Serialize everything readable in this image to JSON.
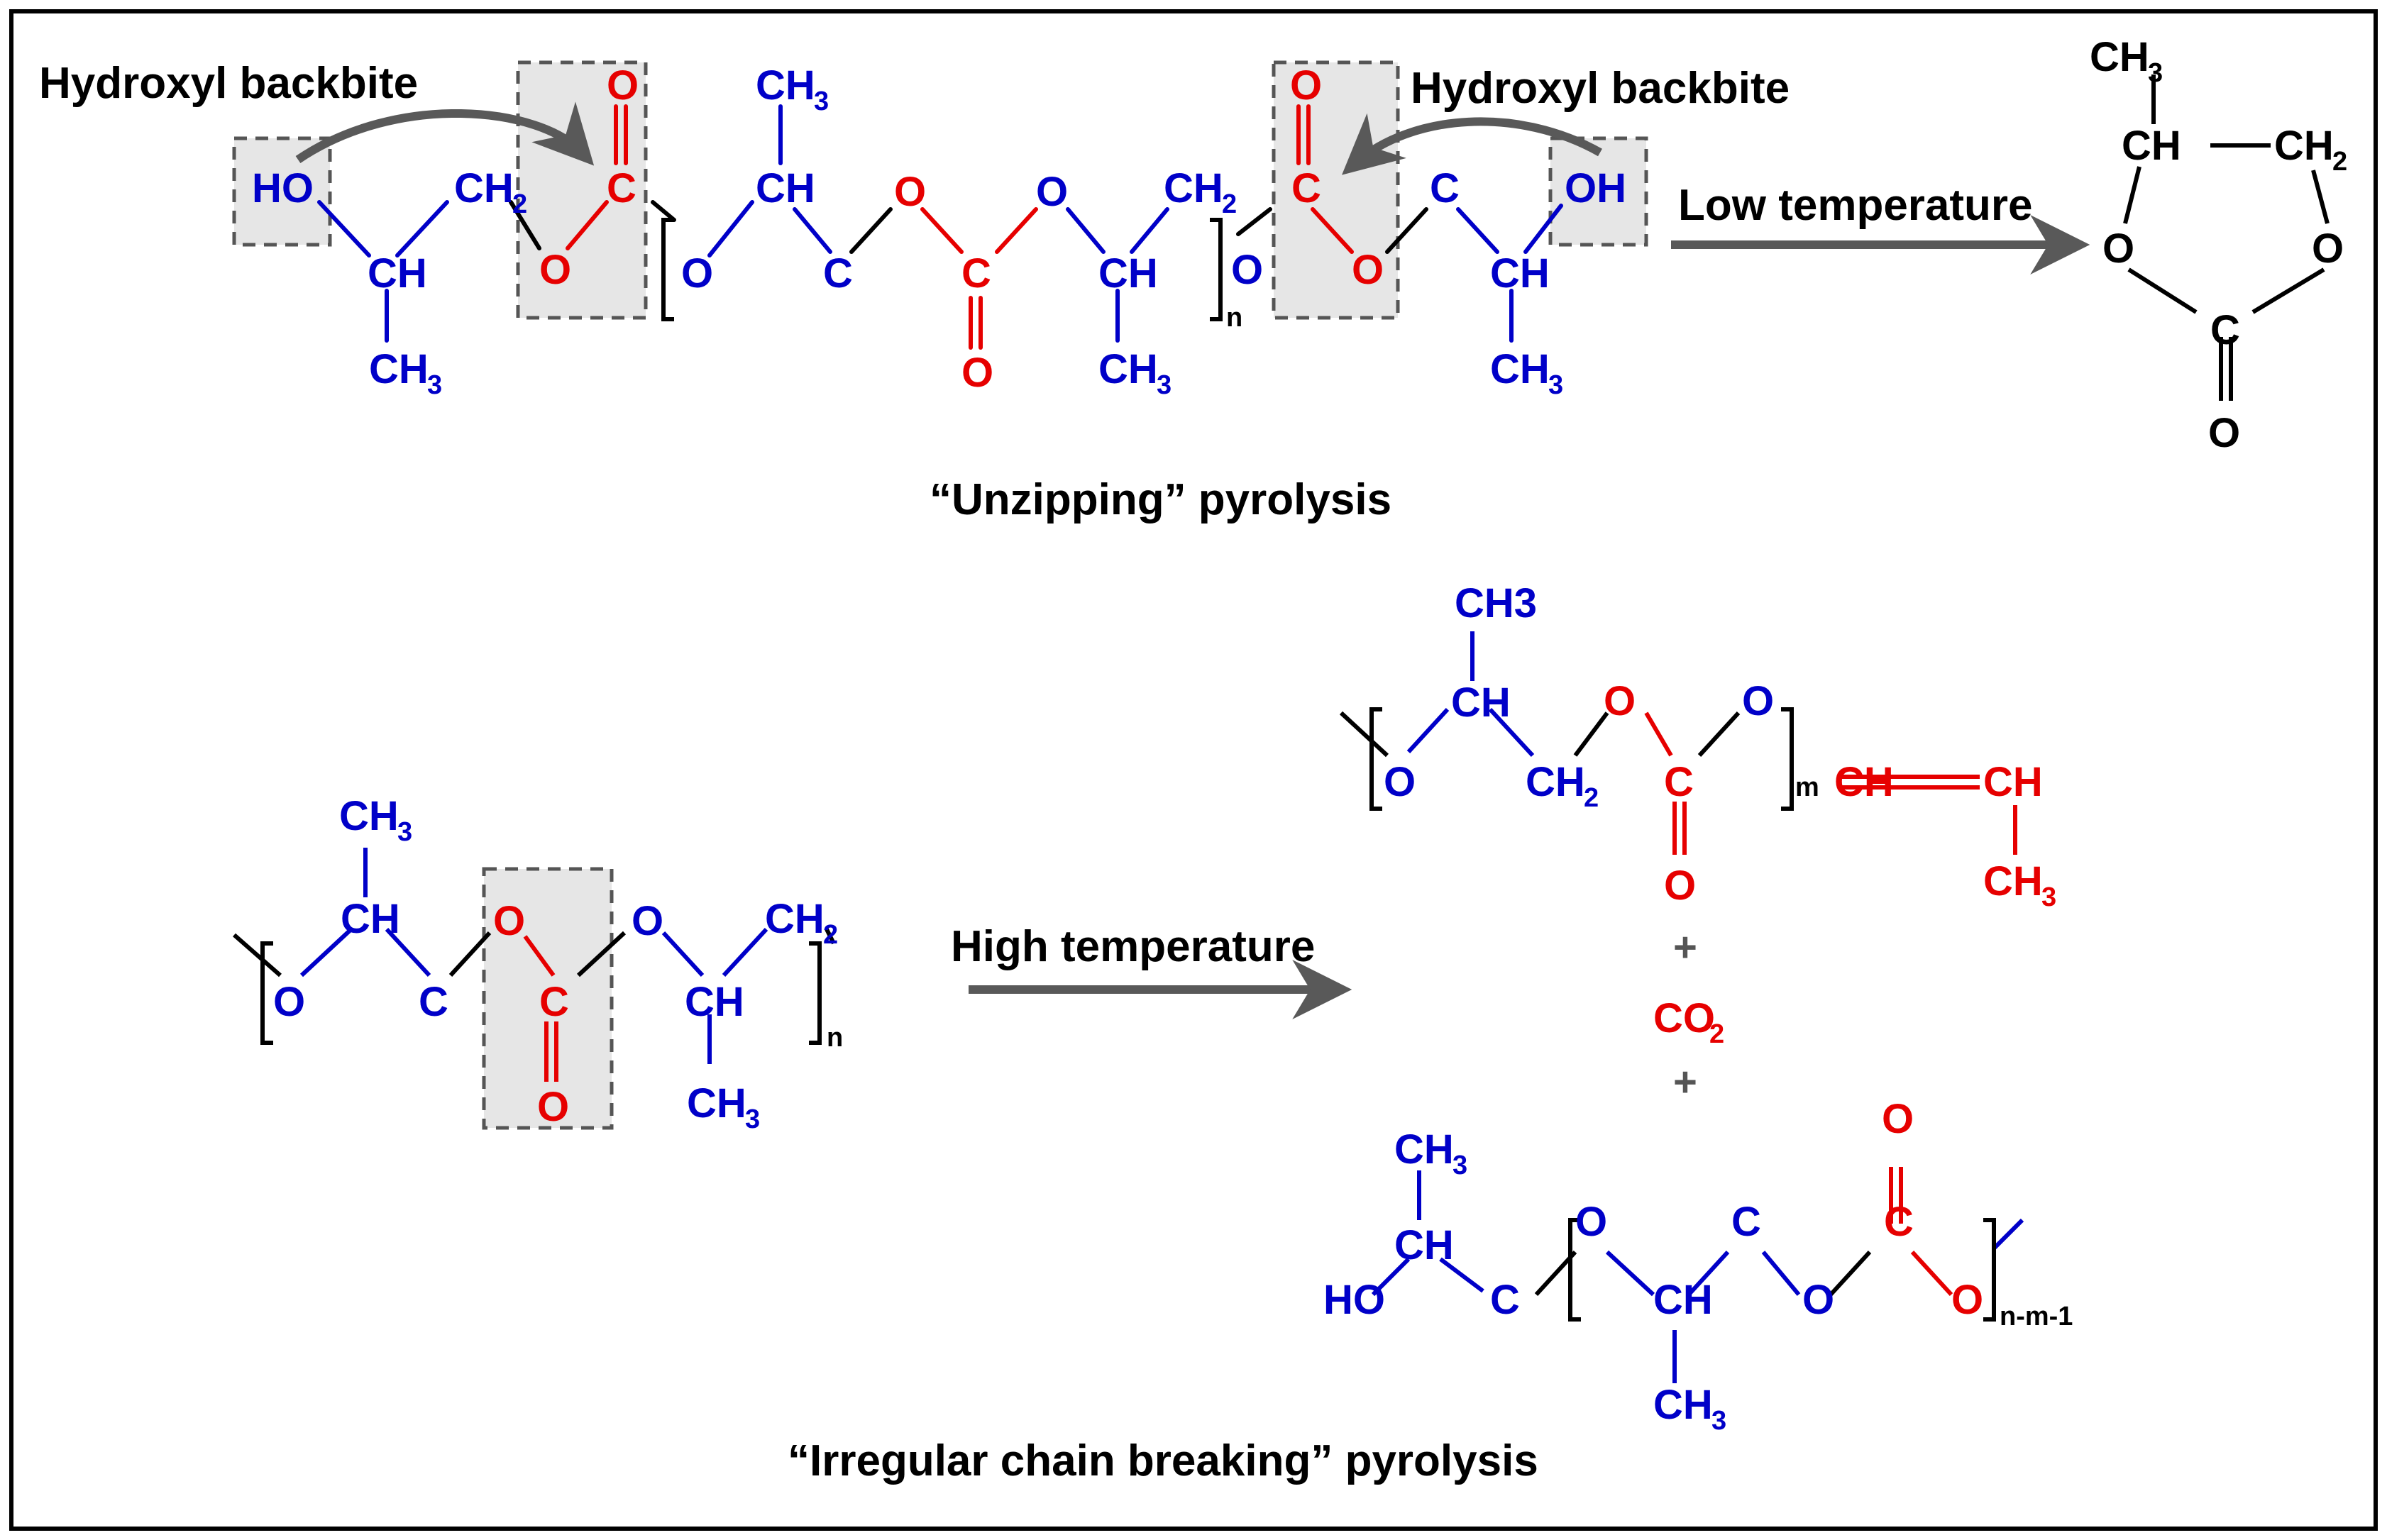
{
  "colors": {
    "backbone": "#0000c8",
    "carbonate": "#e60000",
    "bond": "#000000",
    "arrow": "#595959",
    "highlight": "#e6e6e6",
    "highlight_border": "#555555"
  },
  "labels": {
    "backbite_left": "Hydroxyl backbite",
    "backbite_right": "Hydroxyl backbite",
    "low_temperature": "Low temperature",
    "high_temperature": "High temperature",
    "unzipping": "“Unzipping” pyrolysis",
    "irregular": "“Irregular chain breaking” pyrolysis"
  },
  "atoms": {
    "HO": "HO",
    "OH": "OH",
    "CH": "CH",
    "CH2": "CH",
    "CH3": "CH",
    "CH3_plain": "CH3",
    "C": "C",
    "O": "O",
    "CO": "CO",
    "two": "2",
    "three": "3",
    "plus": "+"
  },
  "subscripts": {
    "n": "n",
    "m": "m",
    "n_m_1": "n-m-1"
  }
}
